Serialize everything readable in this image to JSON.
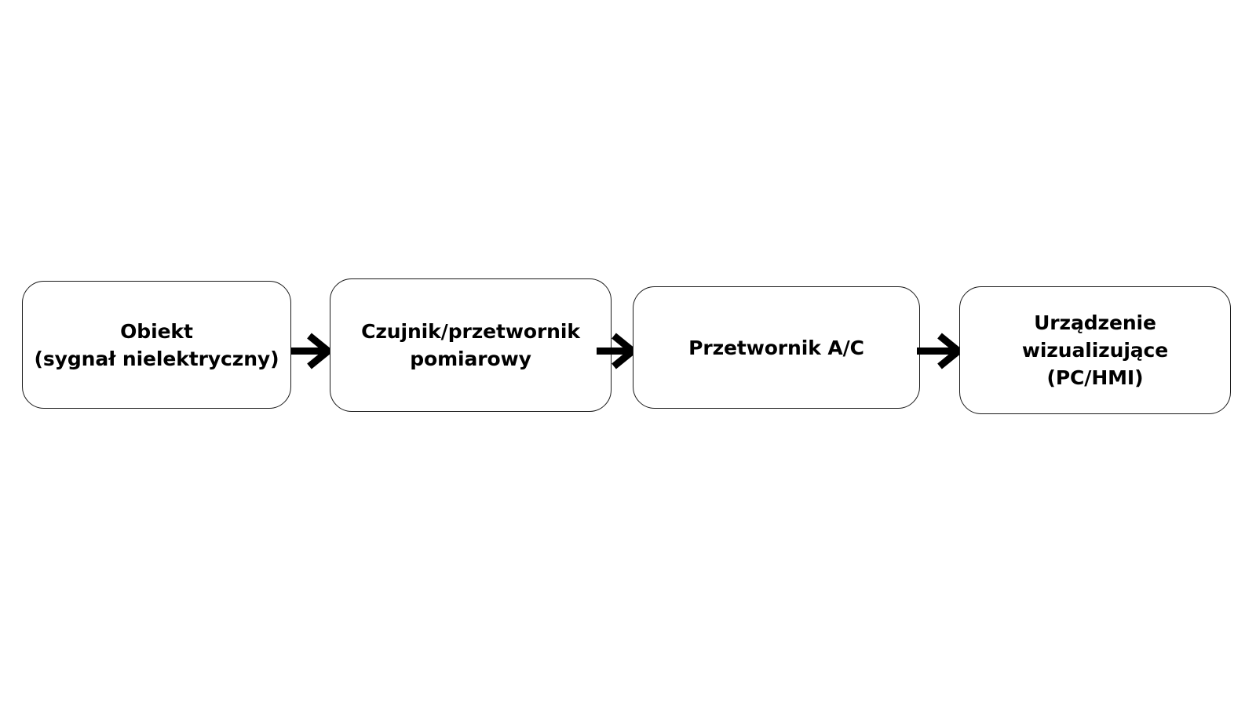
{
  "diagram": {
    "type": "flowchart",
    "orientation": "left-to-right",
    "background_color": "#ffffff",
    "node_fill_color": "#ffffff",
    "node_border_color": "#1a1a1a",
    "text_color": "#000000",
    "arrow_color": "#000000",
    "nodes": [
      {
        "id": "object",
        "label": "Obiekt\n(sygnał nielektryczny)",
        "lines": [
          "Obiekt",
          "(sygnał nielektryczny)"
        ]
      },
      {
        "id": "sensor",
        "label": "Czujnik/przetwornik\npomiarowy",
        "lines": [
          "Czujnik/przetwornik",
          "pomiarowy"
        ]
      },
      {
        "id": "adc",
        "label": "Przetwornik A/C",
        "lines": [
          "Przetwornik A/C"
        ]
      },
      {
        "id": "display",
        "label": "Urządzenie\nwizualizujące\n(PC/HMI)",
        "lines": [
          "Urządzenie",
          "wizualizujące",
          "(PC/HMI)"
        ]
      }
    ],
    "connectors": [
      {
        "id": "object-to-sensor",
        "from": "object",
        "to": "sensor",
        "style": "open-arrow"
      },
      {
        "id": "sensor-to-adc",
        "from": "sensor",
        "to": "adc",
        "style": "open-arrow"
      },
      {
        "id": "adc-to-display",
        "from": "adc",
        "to": "display",
        "style": "open-arrow"
      }
    ]
  }
}
